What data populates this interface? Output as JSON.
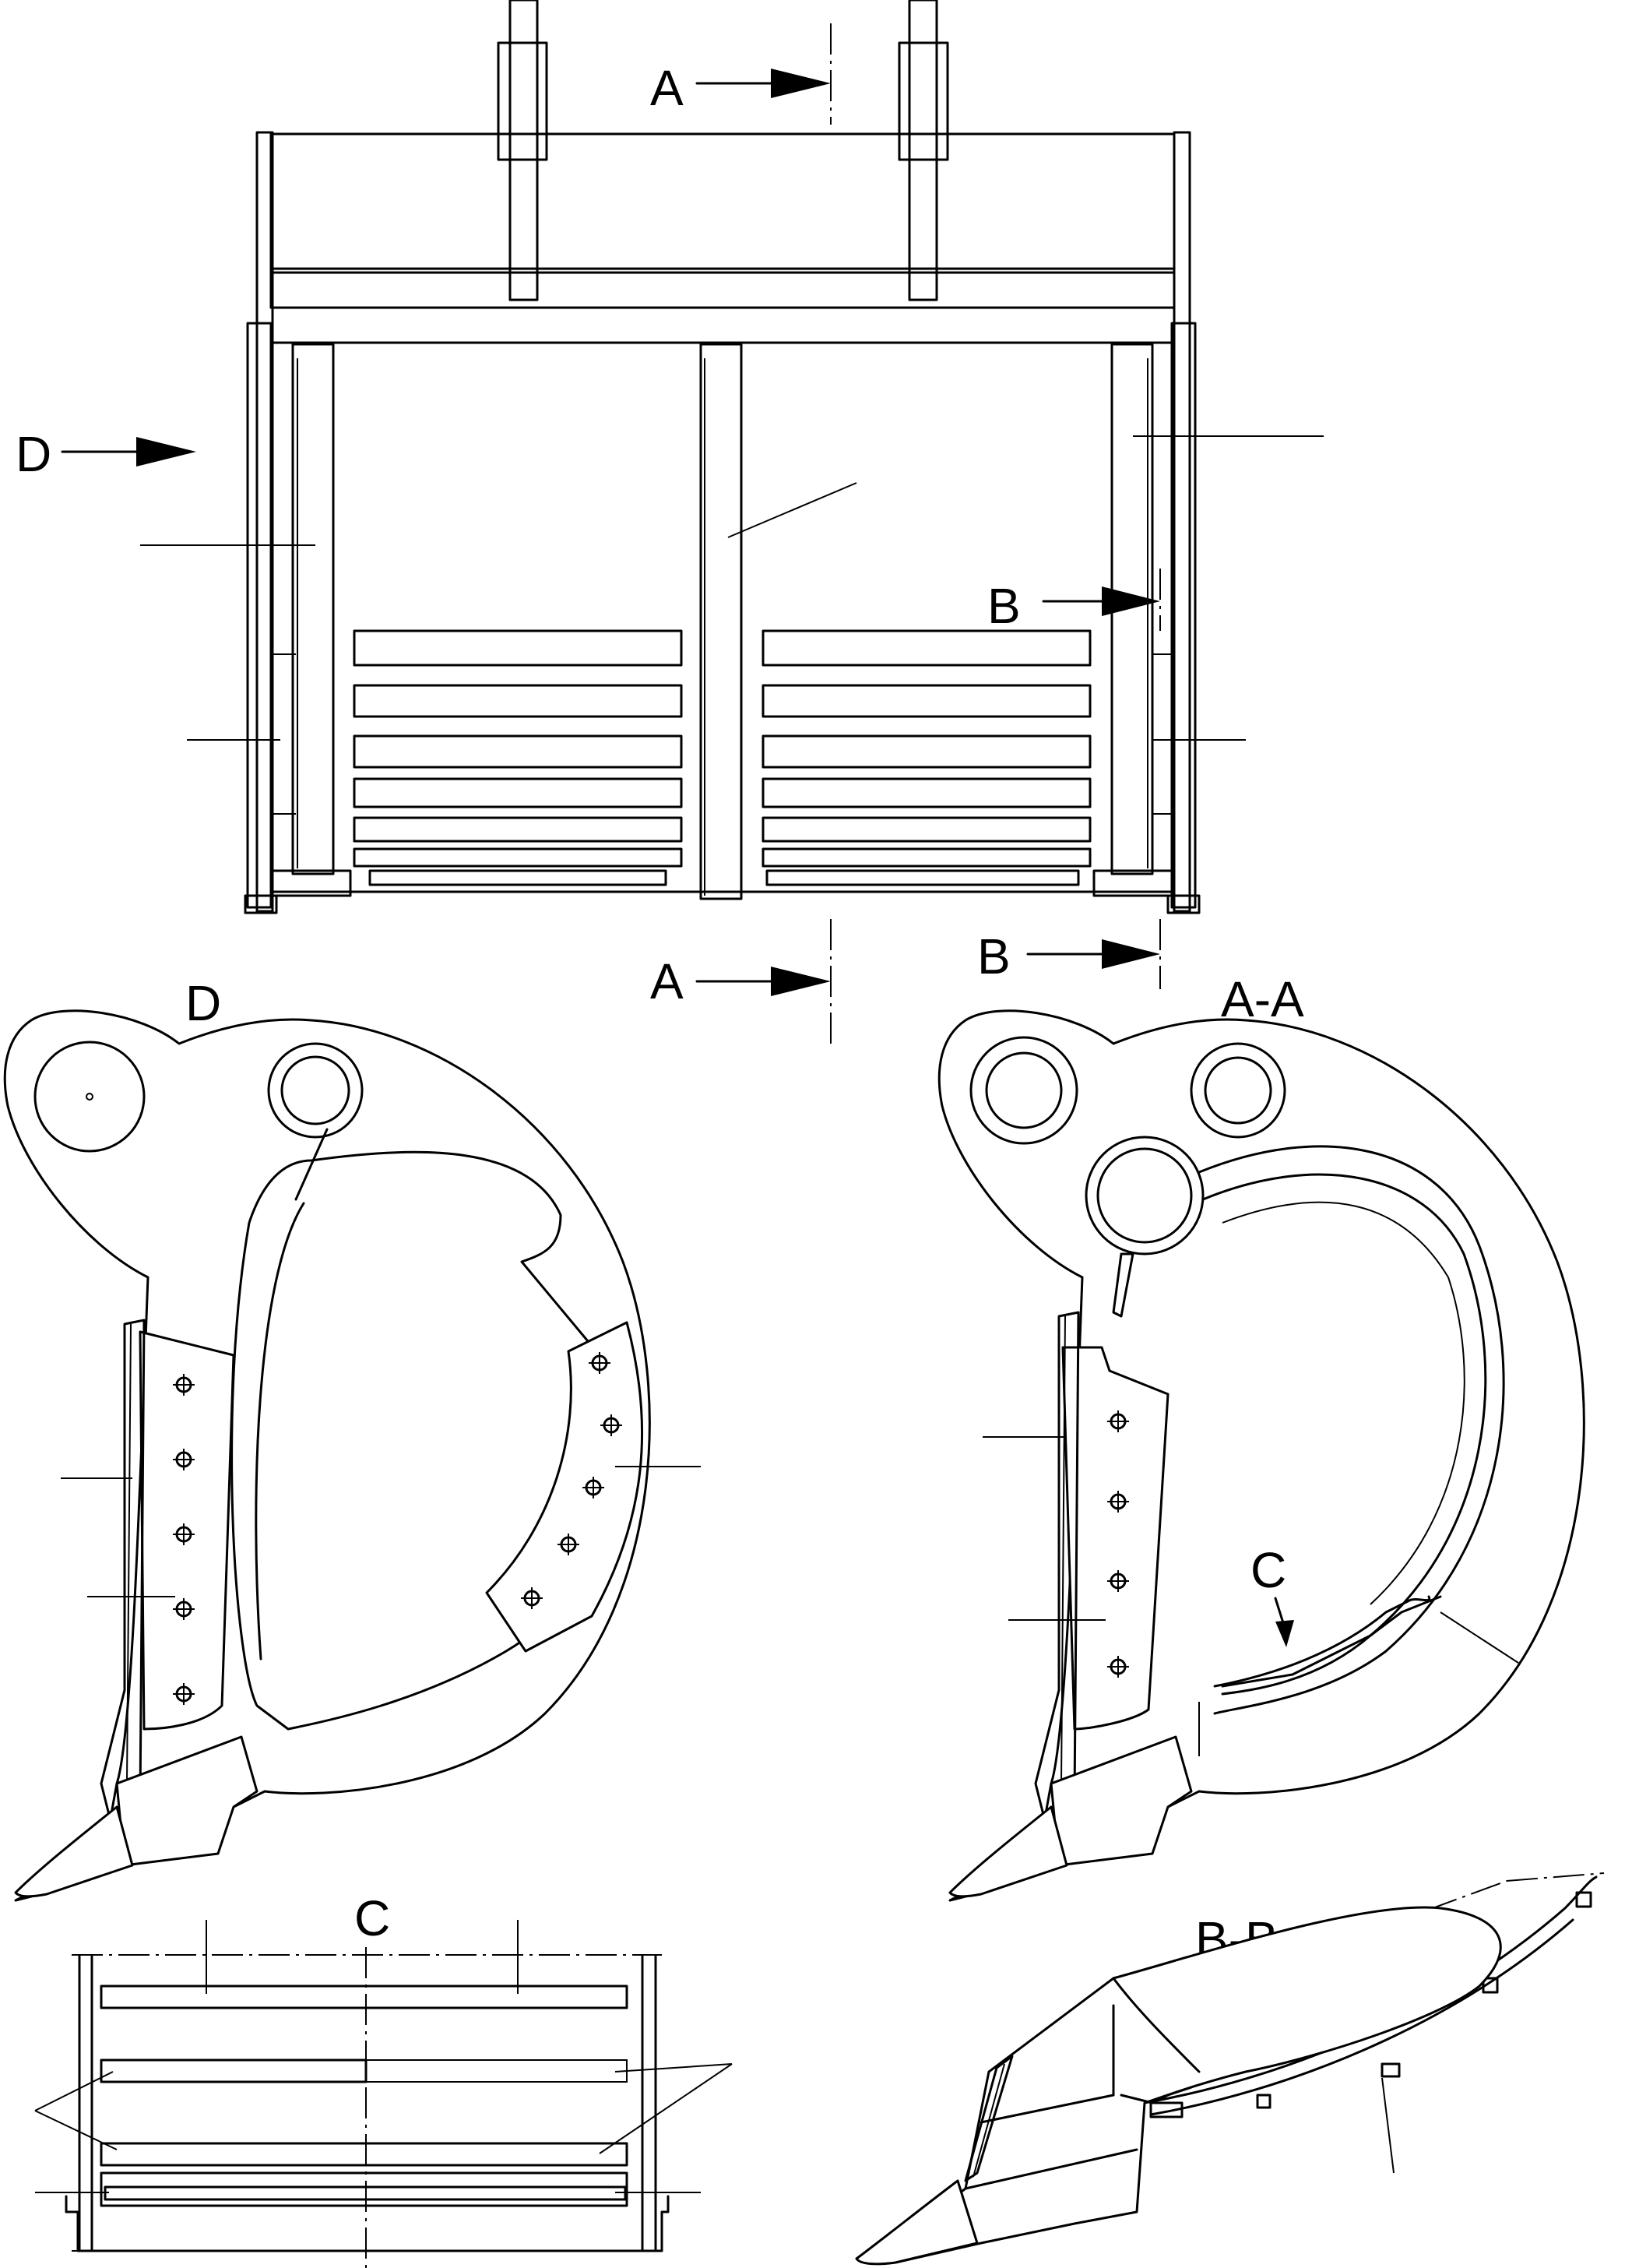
{
  "labels": {
    "a_top": "A",
    "a_bottom": "A",
    "b_top": "B",
    "b_bottom": "B",
    "d_arrow": "D",
    "view_d": "D",
    "section_aa": "A-A",
    "c_arrow": "C",
    "detail_c": "C",
    "section_bb": "B-B"
  },
  "colors": {
    "line": "#000000",
    "background": "#ffffff"
  }
}
